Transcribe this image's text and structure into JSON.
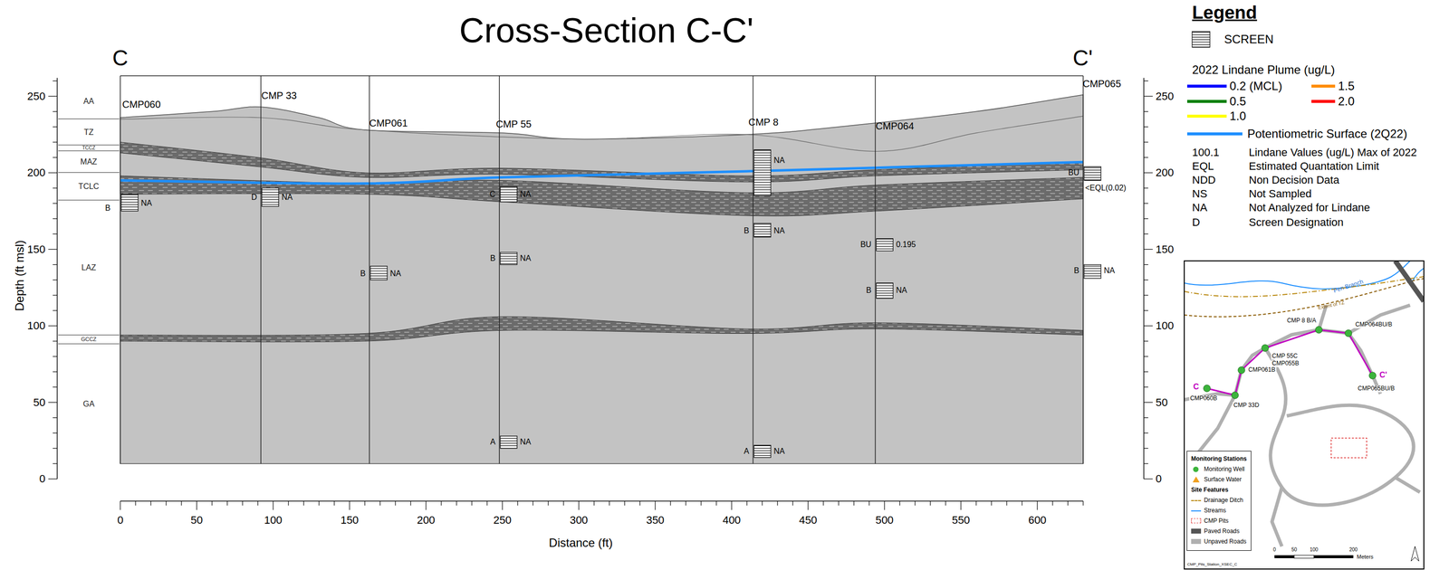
{
  "diagram": {
    "title": "Cross-Section C-C'",
    "nodes": [
      {
        "text": [
          "AA"
        ]
      },
      {
        "text": [
          "TZ"
        ]
      },
      {
        "text": [
          "TCCZ"
        ]
      },
      {
        "text": [
          "MAZ"
        ]
      },
      {
        "text": [
          "TCLC"
        ]
      },
      {
        "text": [
          "LAZ"
        ]
      },
      {
        "text": [
          "GCCZ"
        ]
      },
      {
        "text": [
          "GA"
        ]
      },
      {
        "text": [
          "Monitoring Stations",
          "Monitoring Well",
          "Surface Water",
          "Site Features",
          "Drainage Ditch",
          "Streams",
          "CMP Pits",
          "Paved Roads",
          "Unpaved Roads"
        ]
      }
    ],
    "labels": [
      "C",
      "C'",
      "Depth (ft msl)",
      "250",
      "200",
      "150",
      "100",
      "50",
      "0",
      "250",
      "200",
      "150",
      "100",
      "50",
      "0",
      "0",
      "50",
      "100",
      "150",
      "200",
      "250",
      "300",
      "350",
      "400",
      "450",
      "500",
      "550",
      "600",
      "Distance (ft)",
      "CMP060",
      "CMP 33",
      "CMP061",
      "CMP 55",
      "CMP  8",
      "CMP064",
      "CMP065",
      "B",
      "NA",
      "D",
      "NA",
      "B",
      "NA",
      "C",
      "NA",
      "B",
      "NA",
      "A",
      "NA",
      "NA",
      "B",
      "NA",
      "A",
      "NA",
      "BU",
      "0.195",
      "B",
      "NA",
      "BU",
      "<EQL(0.02)",
      "B",
      "NA",
      "100.1",
      "EQL",
      "NDD",
      "NS",
      "NA",
      "D",
      "Pen Branch",
      "Extent of TZ",
      "CMP 8 B/A",
      "CMP064BU/B",
      "CMP 55C",
      "CMP055B",
      "CMP061B",
      "C",
      "CMP060B",
      "CMP 33D",
      "C'",
      "CMP065BU/B",
      "0",
      "50",
      "100",
      "200",
      "Meters",
      "CMP_Pits_Station_XSEC_C",
      "Legend",
      "2022 Lindane Plume (ug/L)"
    ],
    "legend": [
      {
        "text": "SCREEN"
      },
      {
        "text": "0.2 (MCL)",
        "color": "#0000ff"
      },
      {
        "text": "1.5",
        "color": "#ff8c00"
      },
      {
        "text": "0.5",
        "color": "#008000"
      },
      {
        "text": "2.0",
        "color": "#ff0000"
      },
      {
        "text": "1.0",
        "color": "#ffff00"
      },
      {
        "text": "Potentiometric Surface (2Q22)",
        "color": "#1e8fff"
      },
      {
        "text": "Lindane Values (ug/L) Max of 2022"
      },
      {
        "text": "Estimated Quantation Limit"
      },
      {
        "text": "Non Decision Data"
      },
      {
        "text": "Not Sampled"
      },
      {
        "text": "Not Analyzed for Lindane"
      },
      {
        "text": "Screen Designation"
      }
    ]
  }
}
